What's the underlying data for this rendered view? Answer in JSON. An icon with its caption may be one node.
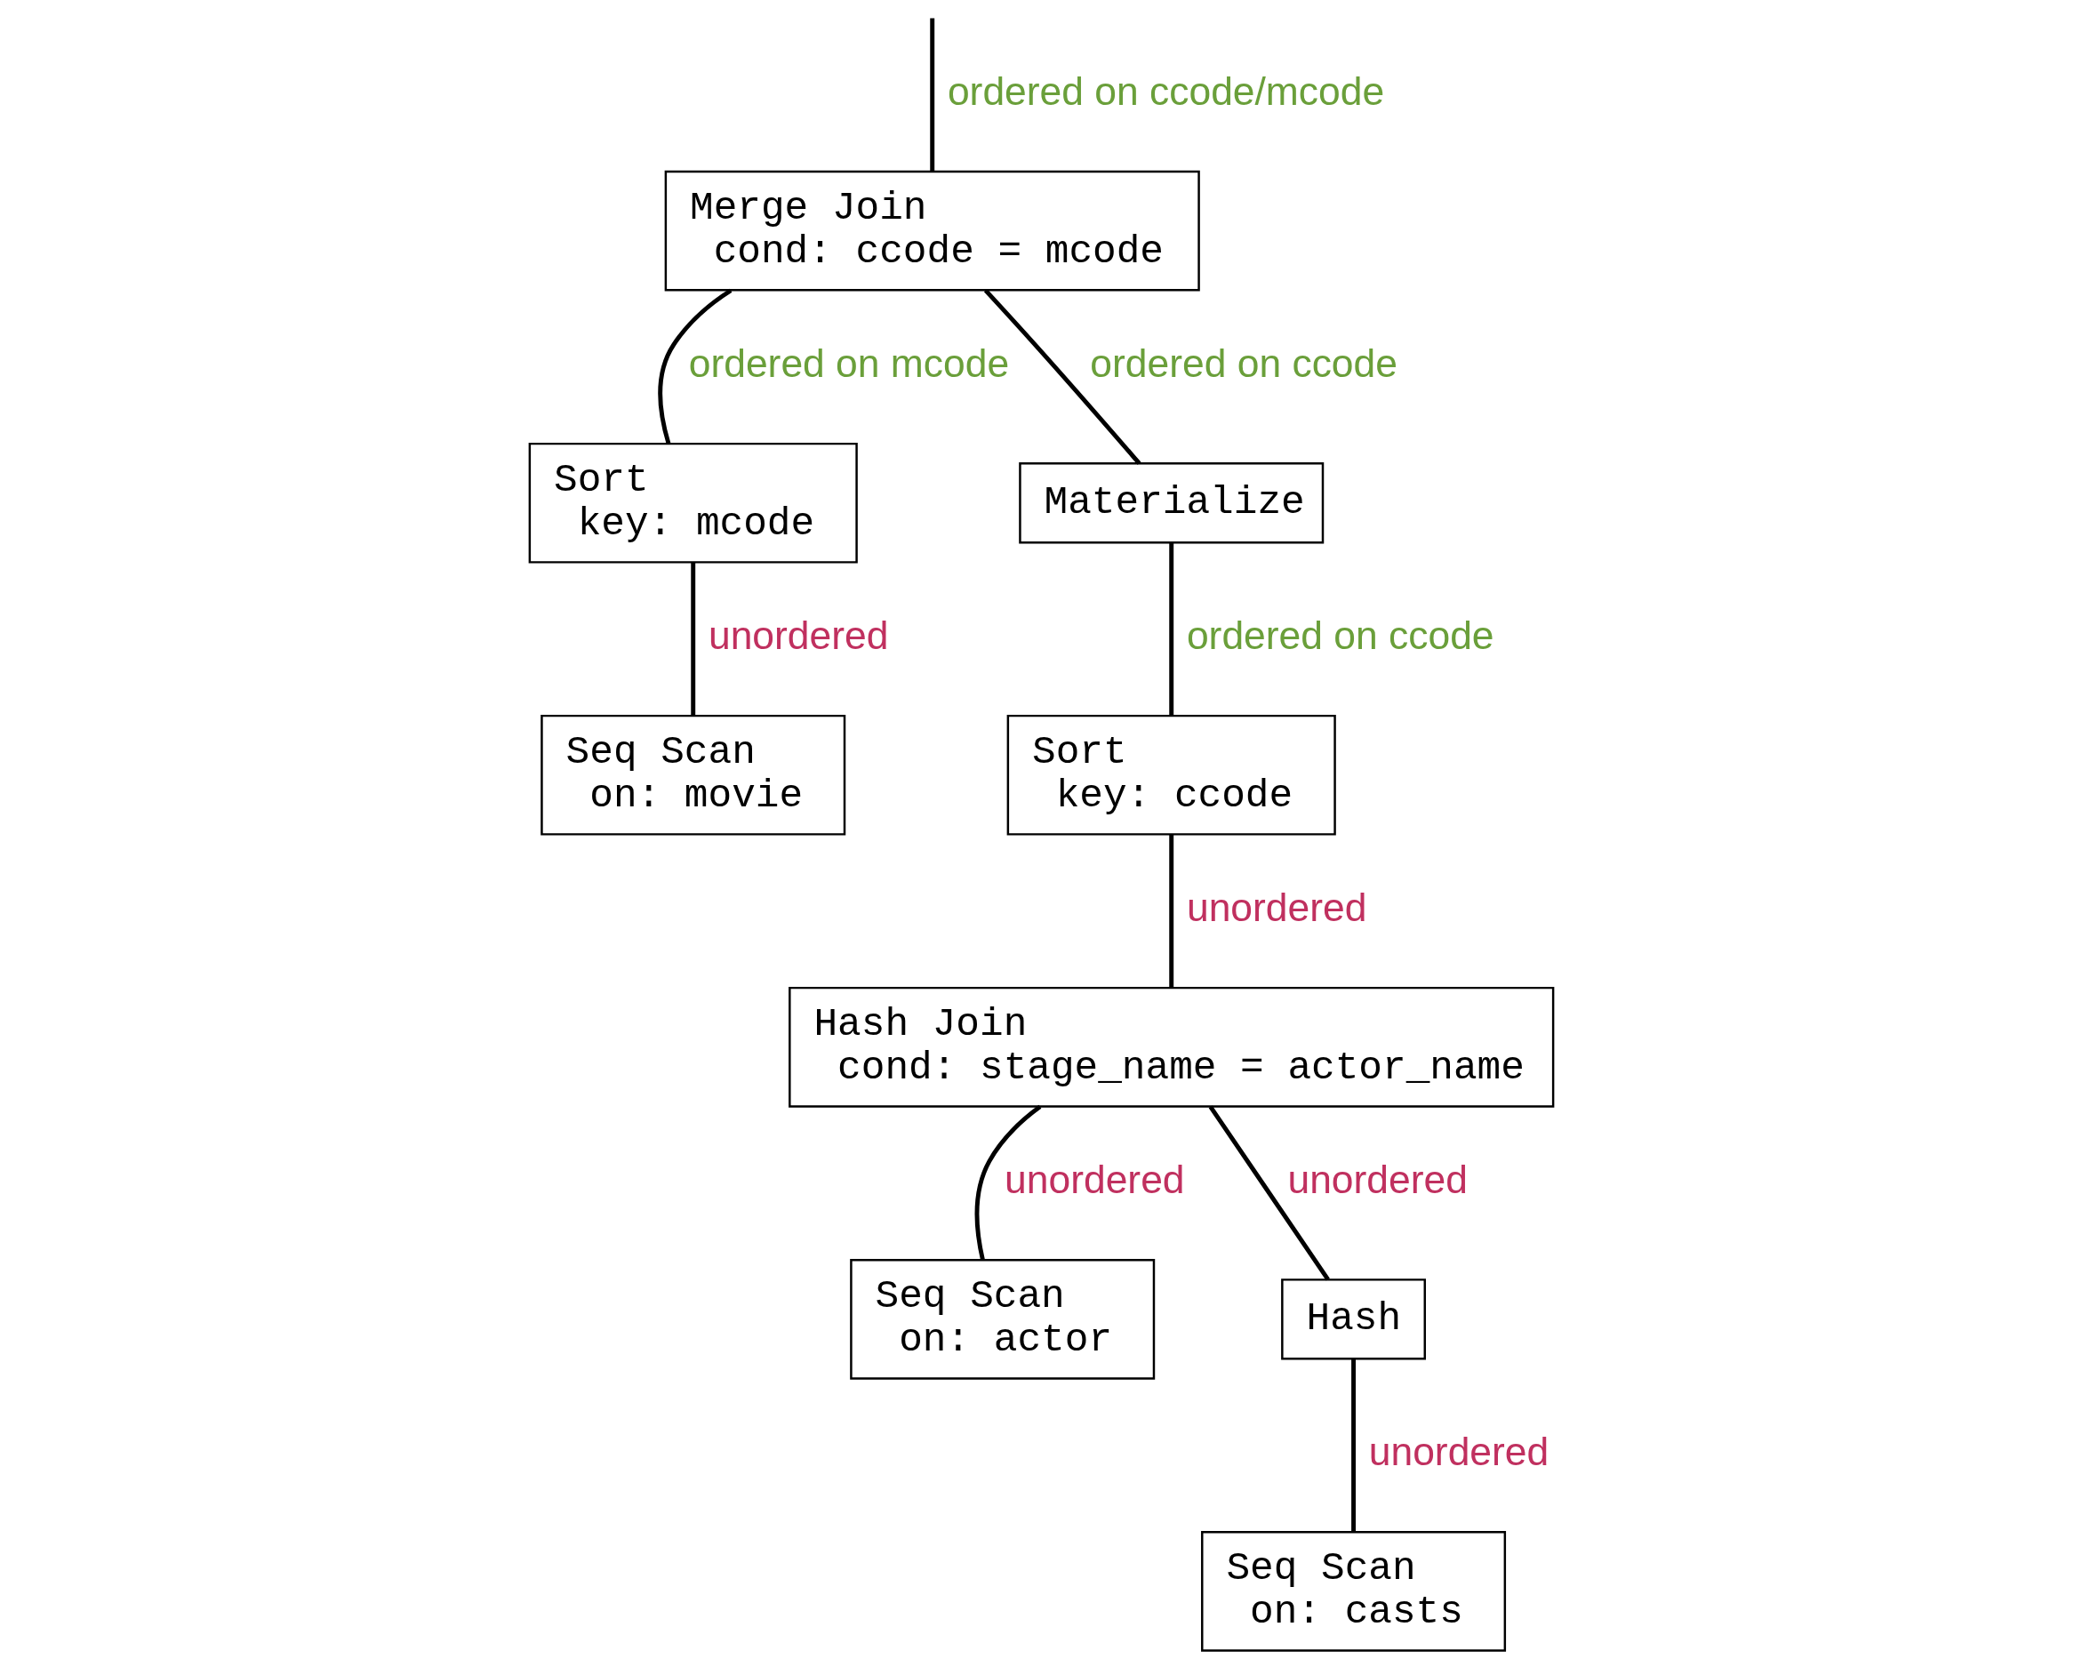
{
  "diagram": {
    "nodes": [
      {
        "text": [
          "Merge Join",
          "cond: ccode = mcode"
        ]
      },
      {
        "text": [
          "Sort",
          "key: mcode"
        ]
      },
      {
        "text": [
          "Materialize"
        ]
      },
      {
        "text": [
          "Seq Scan",
          "on: movie"
        ]
      },
      {
        "text": [
          "Sort",
          "key: ccode"
        ]
      },
      {
        "text": [
          "Hash Join",
          "cond: stage_name = actor_name"
        ]
      },
      {
        "text": [
          "Seq Scan",
          "on: actor"
        ]
      },
      {
        "text": [
          "Hash"
        ]
      },
      {
        "text": [
          "Seq Scan",
          "on: casts"
        ]
      }
    ],
    "edges": [
      {
        "from": null,
        "to": 0,
        "arrow": "none",
        "label": "ordered on ccode/mcode"
      },
      {
        "from": 0,
        "to": 1,
        "arrow": "none",
        "label": "ordered on mcode"
      },
      {
        "from": 0,
        "to": 2,
        "arrow": "none",
        "label": "ordered on ccode"
      },
      {
        "from": 1,
        "to": 3,
        "arrow": "none",
        "label": "unordered"
      },
      {
        "from": 2,
        "to": 4,
        "arrow": "none",
        "label": "ordered on ccode"
      },
      {
        "from": 4,
        "to": 5,
        "arrow": "none",
        "label": "unordered"
      },
      {
        "from": 5,
        "to": 6,
        "arrow": "none",
        "label": "unordered"
      },
      {
        "from": 5,
        "to": 7,
        "arrow": "none",
        "label": "unordered"
      },
      {
        "from": 7,
        "to": 8,
        "arrow": "none",
        "label": "unordered"
      }
    ]
  }
}
